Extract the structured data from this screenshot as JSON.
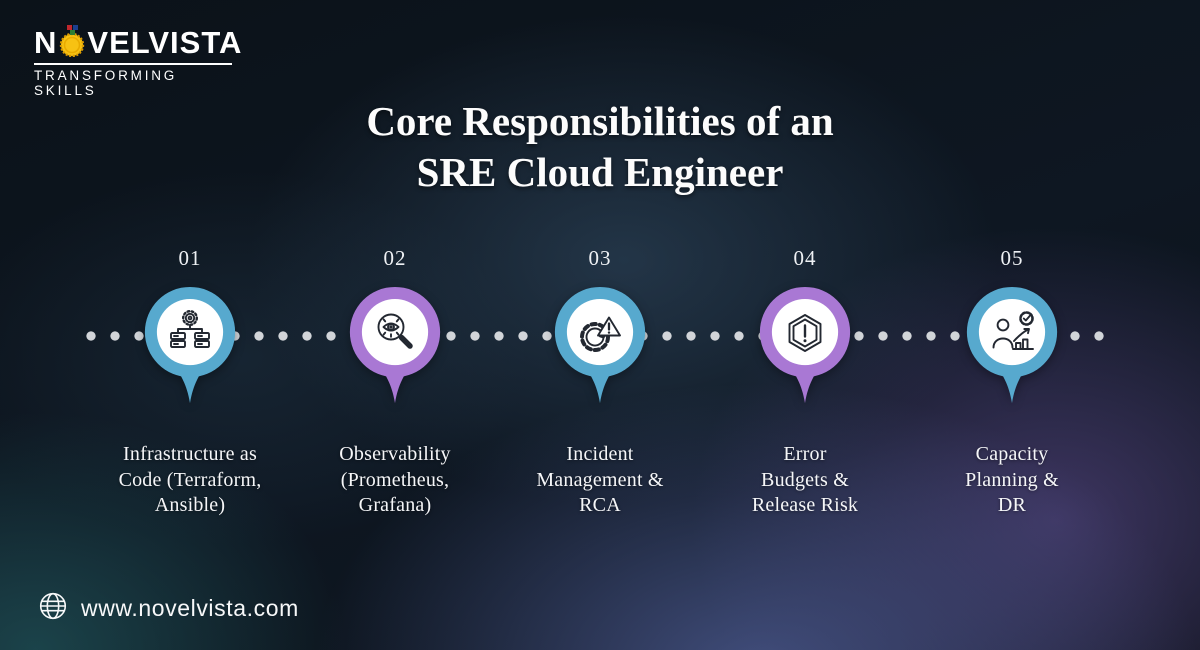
{
  "brand": {
    "name_leading": "N",
    "name_trailing": "VELVISTA",
    "tagline": "TRANSFORMING SKILLS",
    "sun_icon": "sun-logo-icon"
  },
  "title": {
    "line1": "Core Responsibilities of an",
    "line2": "SRE Cloud Engineer"
  },
  "steps": [
    {
      "number": "01",
      "icon": "infrastructure-servers-icon",
      "ring_color": "#57a9ce",
      "label_lines": [
        "Infrastructure as",
        "Code (Terraform,",
        "Ansible)"
      ]
    },
    {
      "number": "02",
      "icon": "observability-magnifier-eye-icon",
      "ring_color": "#a978d4",
      "label_lines": [
        "Observability",
        "(Prometheus,",
        "Grafana)"
      ]
    },
    {
      "number": "03",
      "icon": "incident-gear-warning-icon",
      "ring_color": "#57a9ce",
      "label_lines": [
        "Incident",
        "Management &",
        "RCA"
      ]
    },
    {
      "number": "04",
      "icon": "error-hexagon-alert-icon",
      "ring_color": "#a978d4",
      "label_lines": [
        "Error",
        "Budgets &",
        "Release Risk"
      ]
    },
    {
      "number": "05",
      "icon": "capacity-growth-person-icon",
      "ring_color": "#57a9ce",
      "label_lines": [
        "Capacity",
        "Planning &",
        "DR"
      ]
    }
  ],
  "footer": {
    "website": "www.novelvista.com",
    "globe_icon": "globe-icon"
  },
  "colors": {
    "background_base": "#0d1620",
    "accent_blue": "#57a9ce",
    "accent_purple": "#a978d4",
    "timeline_dot": "#d2d5d9",
    "text": "#ffffff",
    "logo_sun_yellow": "#f7c213",
    "glow_purple": "#5a4c8c",
    "glow_teal": "#26686c",
    "glow_blue": "#4e5c94"
  }
}
